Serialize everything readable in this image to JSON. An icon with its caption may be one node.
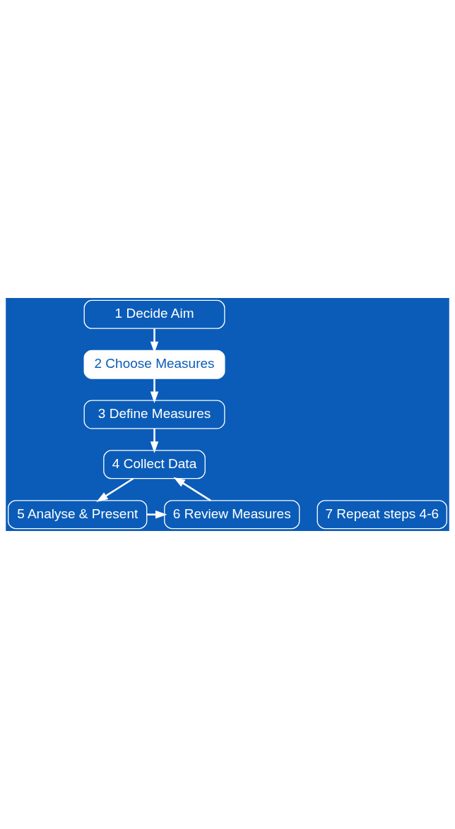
{
  "diagram": {
    "nodes": [
      {
        "text": [
          "1 Decide Aim"
        ]
      },
      {
        "text": [
          "2 Choose Measures"
        ]
      },
      {
        "text": [
          "3 Define Measures"
        ]
      },
      {
        "text": [
          "4 Collect Data"
        ]
      },
      {
        "text": [
          "7 Repeat steps 4-6"
        ]
      },
      {
        "text": [
          "6 Review Measures"
        ]
      },
      {
        "text": [
          "5 Analyse & Present"
        ]
      }
    ],
    "edges": [
      {
        "from": 0,
        "to": 1,
        "arrow": "to"
      },
      {
        "from": 1,
        "to": 2,
        "arrow": "to"
      },
      {
        "from": 2,
        "to": 3,
        "arrow": "to"
      },
      {
        "from": 3,
        "to": 6,
        "arrow": "to"
      },
      {
        "from": 6,
        "to": 5,
        "arrow": "to"
      },
      {
        "from": 5,
        "to": 3,
        "arrow": "to"
      }
    ]
  }
}
